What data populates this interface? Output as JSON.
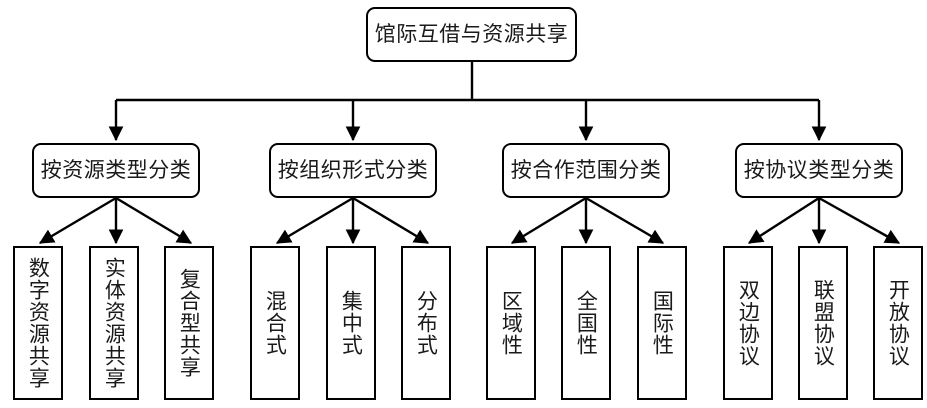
{
  "diagram": {
    "type": "tree",
    "orientation": "top-down",
    "style": {
      "line_color": "#000000",
      "box_fill": "#ffffff",
      "box_border": "#000000",
      "text_color": "#1a1a1a"
    },
    "root": {
      "label": "馆际互借与资源共享"
    },
    "branches": [
      {
        "label": "按资源类型分类",
        "children": [
          {
            "label": "数字资源共享"
          },
          {
            "label": "实体资源共享"
          },
          {
            "label": "复合型共享"
          }
        ]
      },
      {
        "label": "按组织形式分类",
        "children": [
          {
            "label": "混合式"
          },
          {
            "label": "集中式"
          },
          {
            "label": "分布式"
          }
        ]
      },
      {
        "label": "按合作范围分类",
        "children": [
          {
            "label": "区域性"
          },
          {
            "label": "全国性"
          },
          {
            "label": "国际性"
          }
        ]
      },
      {
        "label": "按协议类型分类",
        "children": [
          {
            "label": "双边协议"
          },
          {
            "label": "联盟协议"
          },
          {
            "label": "开放协议"
          }
        ]
      }
    ]
  }
}
